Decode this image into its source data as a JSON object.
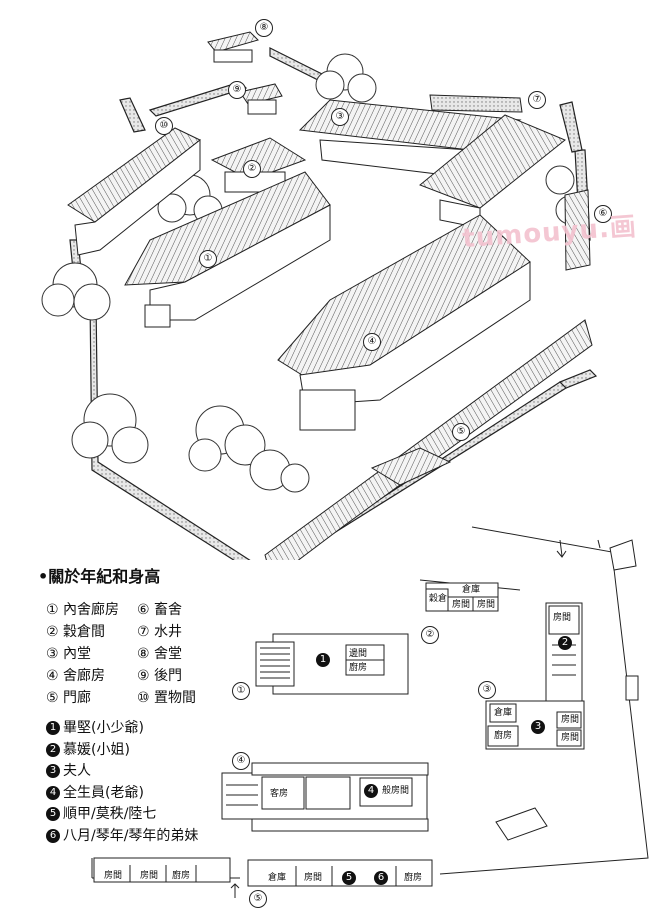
{
  "watermark": "tumouyu.画",
  "legend": {
    "title": "•關於年紀和身高",
    "buildings_left": [
      "① 內舍廊房",
      "② 穀倉間",
      "③ 內堂",
      "④ 舍廊房",
      "⑤ 門廊"
    ],
    "buildings_right": [
      "⑥ 畜舍",
      "⑦ 水井",
      "⑧ 舍堂",
      "⑨ 後門",
      "⑩ 置物間"
    ]
  },
  "occupants": [
    {
      "badge": "1",
      "text": "畢堅(小少爺)"
    },
    {
      "badge": "2",
      "text": "慕媛(小姐)"
    },
    {
      "badge": "3",
      "text": "夫人"
    },
    {
      "badge": "4",
      "text": "全生員(老爺)"
    },
    {
      "badge": "5",
      "text": "順甲/莫秩/陸七"
    },
    {
      "badge": "6",
      "text": "八月/琴年/琴年的弟妹"
    }
  ],
  "aerial_markers": [
    "①",
    "②",
    "③",
    "④",
    "⑤",
    "⑥",
    "⑦",
    "⑧",
    "⑨",
    "⑩"
  ],
  "plan": {
    "granary": {
      "left": "穀倉",
      "top": "倉庫",
      "rooms": [
        "房間",
        "房間"
      ]
    },
    "b1": {
      "rooms": [
        "邊間",
        "廚房"
      ],
      "badge": "1"
    },
    "b2": {
      "room": "房間",
      "badge": "2"
    },
    "b3": {
      "rooms": [
        "倉庫",
        "廚房",
        "房間",
        "房間"
      ],
      "badge": "3"
    },
    "b4": {
      "rooms": [
        "客房",
        "般房間"
      ],
      "badge": "4"
    },
    "bottom_left": [
      "房間",
      "房間",
      "廚房"
    ],
    "bottom_right": {
      "rooms": [
        "倉庫",
        "房間",
        "廚房"
      ],
      "badges": [
        "5",
        "6"
      ]
    },
    "markers": [
      "①",
      "②",
      "③",
      "④",
      "⑤"
    ]
  }
}
